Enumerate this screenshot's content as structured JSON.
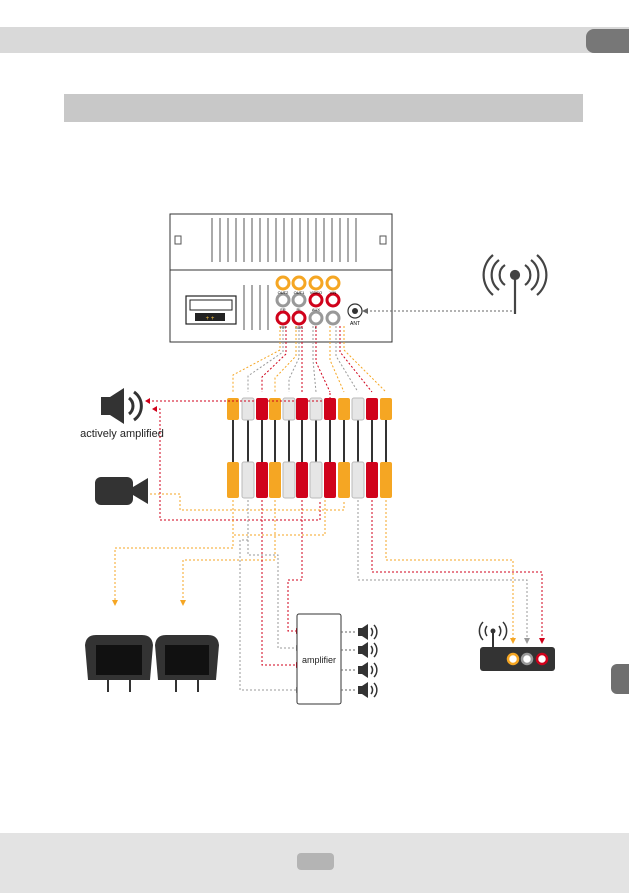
{
  "labels": {
    "speaker_caption": "actively amplified",
    "amplifier": "amplifier",
    "antenna_port": "ANT"
  },
  "port_labels": {
    "row1": [
      "OUT2",
      "OUT1",
      "VIDEO",
      "VIN"
    ],
    "row2": [
      "FR",
      "RL",
      "AUX",
      ""
    ],
    "row3": [
      "RR",
      "SUB",
      "L",
      ""
    ]
  },
  "colors": {
    "yellow": "#f5a623",
    "white": "#e6e6e6",
    "red": "#d0021b",
    "grey_bar": "#d9d9d9",
    "dark_tab": "#777777"
  }
}
